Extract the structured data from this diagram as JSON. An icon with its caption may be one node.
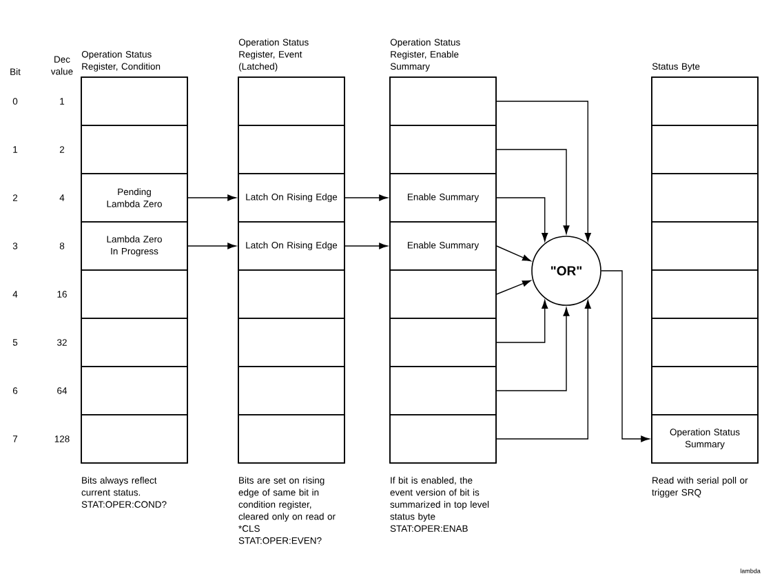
{
  "diagram": {
    "nodes": [
      {
        "text": [
          "Operation Status Register, Condition"
        ],
        "beside": [
          "Bits always reflect current status.",
          "STAT:OPER:COND?"
        ]
      },
      {
        "text": [],
        "shape": "box",
        "in": 0
      },
      {
        "text": [],
        "shape": "box",
        "in": 0
      },
      {
        "text": [
          "Pending Lambda Zero"
        ],
        "in": 0
      },
      {
        "text": [
          "Lambda Zero In Progress"
        ],
        "in": 0
      },
      {
        "text": [],
        "shape": "box",
        "in": 0
      },
      {
        "text": [],
        "shape": "box",
        "in": 0
      },
      {
        "text": [],
        "shape": "box",
        "in": 0
      },
      {
        "text": [],
        "shape": "box",
        "in": 0
      },
      {
        "text": [
          "Operation Status Register, Event (Latched)"
        ],
        "beside": [
          "Bits are set on rising edge of same bit in condition register, cleared only on read or *CLS",
          "STAT:OPER:EVEN?"
        ]
      },
      {
        "text": [],
        "shape": "box",
        "in": 9
      },
      {
        "text": [],
        "shape": "box",
        "in": 9
      },
      {
        "text": [
          "Latch On Rising Edge"
        ],
        "in": 9
      },
      {
        "text": [
          "Latch On Rising Edge"
        ],
        "in": 9
      },
      {
        "text": [],
        "shape": "box",
        "in": 9
      },
      {
        "text": [],
        "shape": "box",
        "in": 9
      },
      {
        "text": [],
        "shape": "box",
        "in": 9
      },
      {
        "text": [],
        "shape": "box",
        "in": 9
      },
      {
        "text": [
          "Operation Status Register, Enable Summary"
        ],
        "beside": [
          "If bit is enabled, the event version of bit is summarized in top level status byte",
          "STAT:OPER:ENAB"
        ]
      },
      {
        "text": [],
        "shape": "box",
        "in": 18
      },
      {
        "text": [],
        "shape": "box",
        "in": 18
      },
      {
        "text": [
          "Enable Summary"
        ],
        "in": 18
      },
      {
        "text": [
          "Enable Summary"
        ],
        "in": 18
      },
      {
        "text": [],
        "shape": "box",
        "in": 18
      },
      {
        "text": [],
        "shape": "box",
        "in": 18
      },
      {
        "text": [],
        "shape": "box",
        "in": 18
      },
      {
        "text": [],
        "shape": "box",
        "in": 18
      },
      {
        "text": [
          "\"OR\""
        ]
      },
      {
        "text": [
          "Status Byte"
        ],
        "beside": [
          "Read with serial poll or trigger SRQ"
        ]
      },
      {
        "text": [],
        "shape": "box",
        "in": 28
      },
      {
        "text": [],
        "shape": "box",
        "in": 28
      },
      {
        "text": [],
        "shape": "box",
        "in": 28
      },
      {
        "text": [],
        "shape": "box",
        "in": 28
      },
      {
        "text": [],
        "shape": "box",
        "in": 28
      },
      {
        "text": [],
        "shape": "box",
        "in": 28
      },
      {
        "text": [],
        "shape": "box",
        "in": 28
      },
      {
        "text": [
          "Operation Status Summary"
        ],
        "in": 28
      }
    ],
    "edges": [
      {
        "from": 3,
        "to": 12,
        "arrow": "to"
      },
      {
        "from": 4,
        "to": 13,
        "arrow": "to"
      },
      {
        "from": 12,
        "to": 21,
        "arrow": "to"
      },
      {
        "from": 13,
        "to": 22,
        "arrow": "to"
      },
      {
        "from": 19,
        "to": 27,
        "arrow": "to"
      },
      {
        "from": 20,
        "to": 27,
        "arrow": "to"
      },
      {
        "from": 21,
        "to": 27,
        "arrow": "to"
      },
      {
        "from": 22,
        "to": 27,
        "arrow": "to"
      },
      {
        "from": 23,
        "to": 27,
        "arrow": "to"
      },
      {
        "from": 24,
        "to": 27,
        "arrow": "to"
      },
      {
        "from": 25,
        "to": 27,
        "arrow": "to"
      },
      {
        "from": 26,
        "to": 27,
        "arrow": "to"
      },
      {
        "from": 27,
        "to": 36,
        "arrow": "to"
      }
    ],
    "labels": [
      "Bit",
      "Dec value",
      "0",
      "1",
      "1",
      "2",
      "2",
      "4",
      "3",
      "8",
      "4",
      "16",
      "5",
      "32",
      "6",
      "64",
      "7",
      "128",
      "lambda"
    ]
  }
}
